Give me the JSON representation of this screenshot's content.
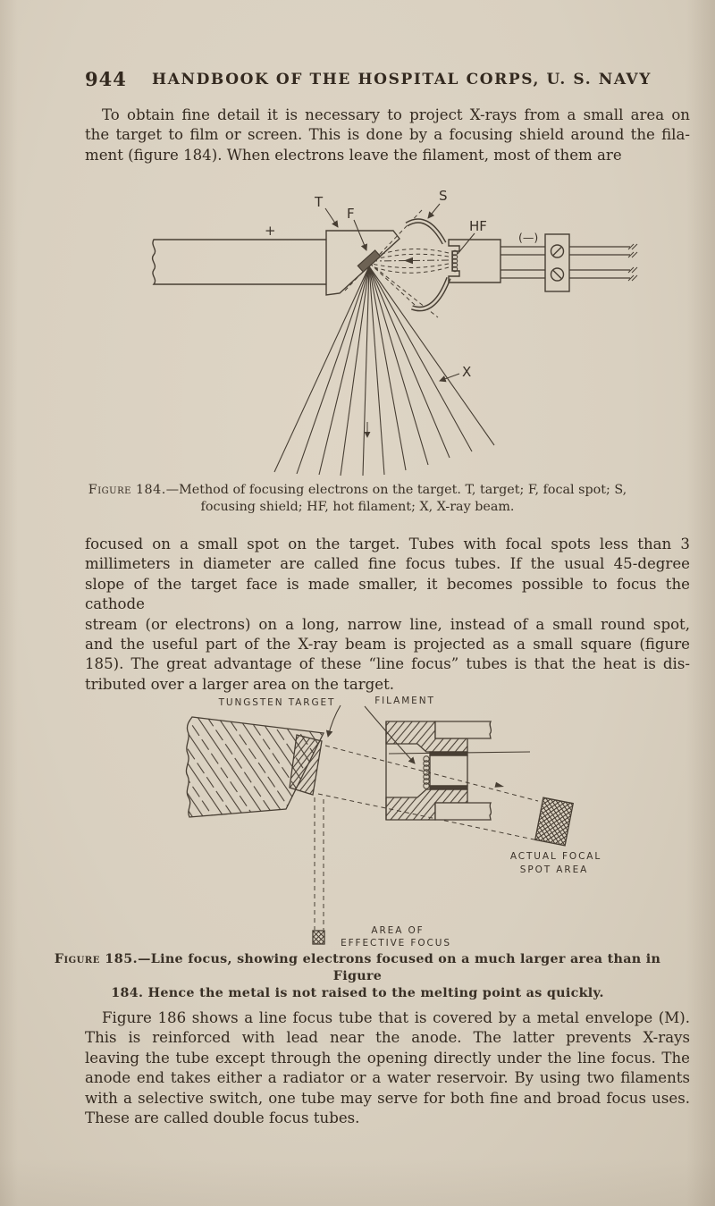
{
  "page": {
    "page_number": "944",
    "header_title": "HANDBOOK OF THE HOSPITAL CORPS, U. S. NAVY",
    "colors": {
      "page_bg": "#d9d0c0",
      "ink": "#33291f",
      "line": "#473e33"
    },
    "para1": {
      "lines": [
        "To obtain fine detail it is necessary to project X-rays from a small area on",
        "the target to film or screen.  This is done by a focusing shield around the fila-",
        "ment (figure 184).  When electrons leave the filament, most of them are"
      ]
    },
    "fig184": {
      "labels": {
        "plus": "+",
        "target": "T",
        "focal_spot": "F",
        "shield": "S",
        "hot_filament": "HF",
        "minus": "(—)",
        "xray": "X"
      },
      "caption_prefix": "Figure 184.",
      "caption_rest": "—Method of focusing electrons on the target.  T, target; F, focal spot; S,",
      "caption_line2": "focusing shield; HF, hot filament; X, X-ray beam."
    },
    "para2": {
      "lines": [
        "focused on a small spot on the target.  Tubes with focal spots less than 3",
        "millimeters in diameter are called fine focus tubes.  If the usual 45-degree",
        "slope of the target face is made smaller, it becomes possible to focus the cathode",
        "stream (or electrons) on a long, narrow line, instead of a small round spot,",
        "and the useful part of the X-ray beam is projected as a small square (figure",
        "185).  The great advantage of these “line focus” tubes is that the heat is dis-",
        "tributed over a larger area on the target."
      ]
    },
    "fig185": {
      "labels": {
        "tungsten_target": "TUNGSTEN TARGET",
        "filament": "FILAMENT",
        "actual_focal_1": "ACTUAL FOCAL",
        "actual_focal_2": "SPOT AREA",
        "effective_1": "AREA OF",
        "effective_2": "EFFECTIVE FOCUS"
      },
      "caption_prefix": "Figure 185.",
      "caption_rest": "—Line focus, showing electrons focused on a much larger area than in Figure",
      "caption_line2": "184.  Hence the metal is not raised to the melting point as quickly."
    },
    "para3": {
      "lines": [
        "Figure 186 shows a line focus tube that is covered by a metal envelope (M).",
        "This is reinforced with lead near the anode.  The latter prevents X-rays",
        "leaving the tube except through the opening directly under the line focus.  The",
        "anode end takes either a radiator or a water reservoir.  By using two filaments",
        "with a selective switch, one tube may serve for both fine and broad focus uses.",
        "These are called double focus tubes."
      ]
    }
  }
}
